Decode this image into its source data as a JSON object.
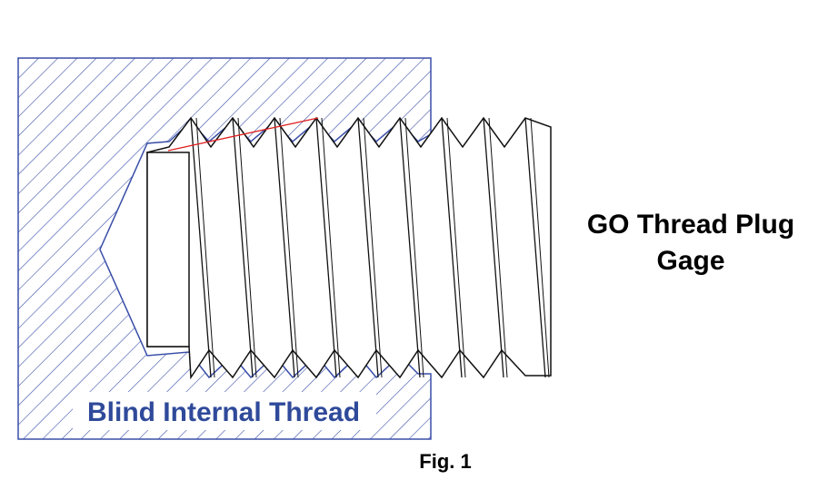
{
  "labels": {
    "internal_thread": "Blind Internal Thread",
    "gage_line1": "GO Thread Plug",
    "gage_line2": "Gage",
    "figure_caption": "Fig. 1"
  },
  "colors": {
    "hatch_blue": "#3a4fa8",
    "label_blue": "#2f4a9a",
    "outline": "#111111",
    "contact_line_red": "#e02020"
  }
}
